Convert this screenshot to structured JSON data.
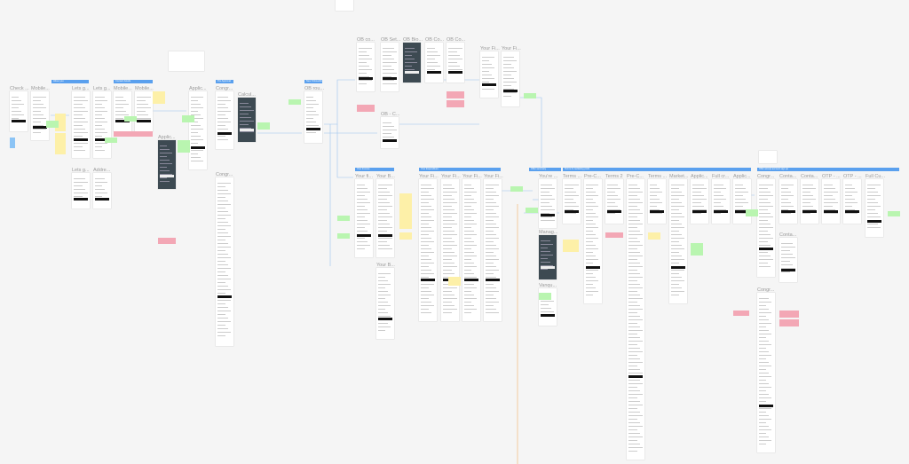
{
  "canvas": {
    "background": "#f5f5f5",
    "accent": "#5aa0ee",
    "sections": [
      {
        "label": "About you"
      },
      {
        "label": "Contact details"
      },
      {
        "label": "Pre Approval"
      },
      {
        "label": "New Onboarding"
      },
      {
        "label": "Your Income"
      },
      {
        "label": "Your Expenditure"
      },
      {
        "label": "Offer summary"
      },
      {
        "label": "Terms & marketing prefs"
      },
      {
        "label": "Offer accept account sign up"
      }
    ],
    "frames": [
      {
        "title": "Check ..."
      },
      {
        "title": "Mobile..."
      },
      {
        "title": "Lets g..."
      },
      {
        "title": "Lets g..."
      },
      {
        "title": "Mobile..."
      },
      {
        "title": "Mobile..."
      },
      {
        "title": "Applic..."
      },
      {
        "title": "Congr..."
      },
      {
        "title": "Calcul...",
        "dark": true
      },
      {
        "title": "OB rou..."
      },
      {
        "title": "OB co..."
      },
      {
        "title": "OB Set..."
      },
      {
        "title": "OB Bio...",
        "dark": true
      },
      {
        "title": "OB Co..."
      },
      {
        "title": "OB Co..."
      },
      {
        "title": "Your Fi..."
      },
      {
        "title": "Your Fi..."
      },
      {
        "title": "OB - C..."
      },
      {
        "title": "Applic...",
        "dark": true
      },
      {
        "title": "Congr..."
      },
      {
        "title": "Lets g..."
      },
      {
        "title": "Addre..."
      },
      {
        "title": "Your fi..."
      },
      {
        "title": "Your B..."
      },
      {
        "title": "Your B..."
      },
      {
        "title": "Your Fi..."
      },
      {
        "title": "Your Fi..."
      },
      {
        "title": "Your Fi..."
      },
      {
        "title": "Your Fi..."
      },
      {
        "title": "You're ..."
      },
      {
        "title": "Manag...",
        "dark": true
      },
      {
        "title": "Vanqu..."
      },
      {
        "title": "Terms ..."
      },
      {
        "title": "Pre-C..."
      },
      {
        "title": "Terms 2"
      },
      {
        "title": "Pre-C..."
      },
      {
        "title": "Terms ..."
      },
      {
        "title": "Market..."
      },
      {
        "title": "Applic..."
      },
      {
        "title": "Full cr..."
      },
      {
        "title": "Applic..."
      },
      {
        "title": "Congr..."
      },
      {
        "title": "Conta..."
      },
      {
        "title": "Conta..."
      },
      {
        "title": "OTP - ..."
      },
      {
        "title": "OTP - ..."
      },
      {
        "title": "Full Cu..."
      },
      {
        "title": "Conta..."
      },
      {
        "title": "Congr..."
      }
    ],
    "note_colors": {
      "yellow": "#fdf0a8",
      "green": "#b9f5b0",
      "pink": "#f3a7b5"
    }
  }
}
